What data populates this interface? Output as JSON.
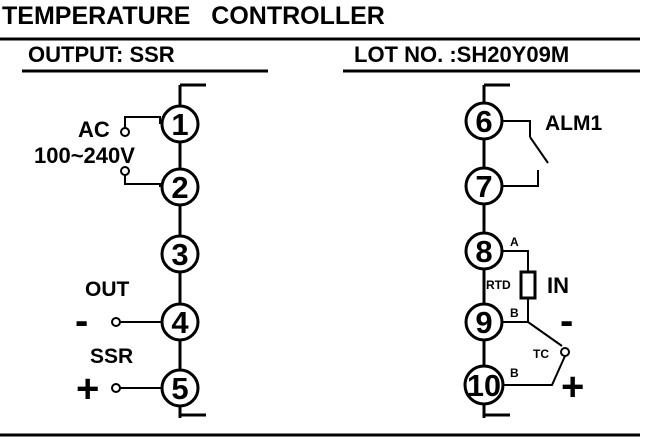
{
  "header": {
    "title": "TEMPERATURE   CONTROLLER",
    "output": "OUTPUT: SSR",
    "lot": "LOT NO. :SH20Y09M"
  },
  "left": {
    "terminals": [
      "1",
      "2",
      "3",
      "4",
      "5"
    ],
    "ac_label": "AC",
    "voltage": "100~240V",
    "out_label": "OUT",
    "minus_sign": "-",
    "ssr_label": "SSR",
    "plus_sign": "+"
  },
  "right": {
    "terminals": [
      "6",
      "7",
      "8",
      "9",
      "10"
    ],
    "alarm_label": "ALM1",
    "input_label": "IN",
    "rtd_label": "RTD",
    "a_label": "A",
    "b_label_upper": "B",
    "b_label_lower": "B",
    "tc_label": "TC",
    "minus_sign": "-",
    "plus_sign": "+"
  }
}
